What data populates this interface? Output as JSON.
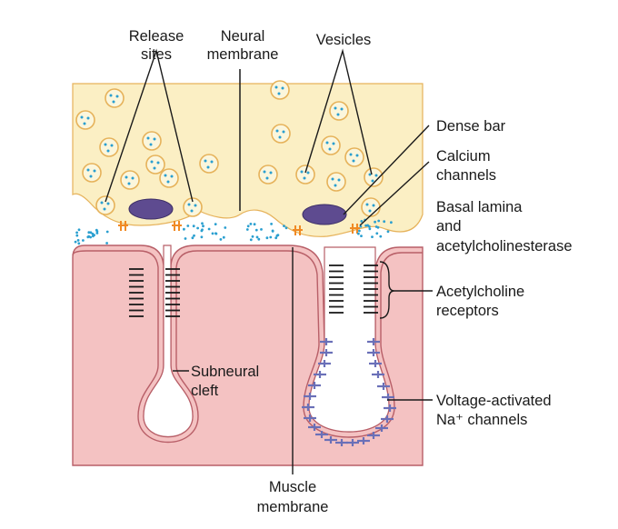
{
  "labels": {
    "release_sites_1": "Release",
    "release_sites_2": "sites",
    "neural_membrane_1": "Neural",
    "neural_membrane_2": "membrane",
    "vesicles": "Vesicles",
    "dense_bar": "Dense bar",
    "calcium_channels_1": "Calcium",
    "calcium_channels_2": "channels",
    "basal_lamina_1": "Basal lamina",
    "basal_lamina_2": "and",
    "basal_lamina_3": "acetylcholinesterase",
    "ach_receptors_1": "Acetylcholine",
    "ach_receptors_2": "receptors",
    "subneural_cleft_1": "Subneural",
    "subneural_cleft_2": "cleft",
    "voltage_na_1": "Voltage-activated",
    "voltage_na_2": "Na⁺ channels",
    "muscle_membrane_1": "Muscle",
    "muscle_membrane_2": "membrane"
  },
  "colors": {
    "nerve_terminal": "#fbefc4",
    "muscle": "#f4c2c2",
    "muscle_edge": "#b85f68",
    "vesicle": "#fbf6dc",
    "vesicle_edge": "#e6b25a",
    "vesicle_dots": "#2a9fd0",
    "dense_bar": "#5e4b90",
    "calcium_channel": "#f08a24",
    "ach_receptor": "#1a1a1a",
    "na_channel": "#6a70b8",
    "leader": "#1a1a1a"
  }
}
